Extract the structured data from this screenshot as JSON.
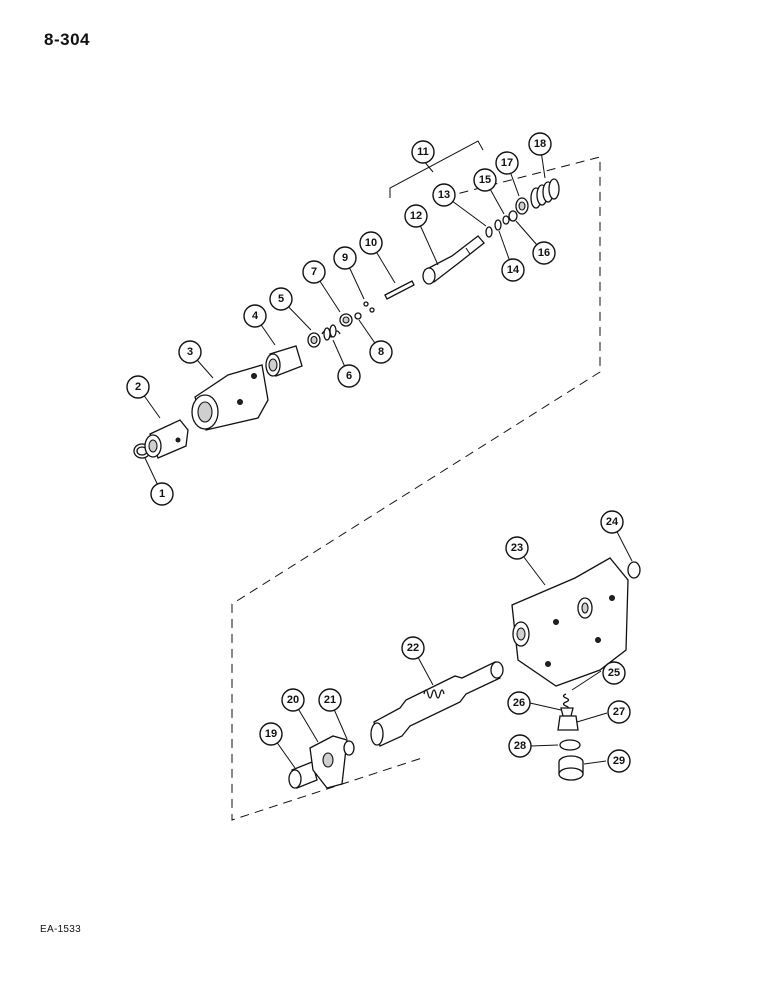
{
  "page": {
    "number": "8-304",
    "figure_code": "EA-1533"
  },
  "callouts": [
    "1",
    "2",
    "3",
    "4",
    "5",
    "6",
    "7",
    "8",
    "9",
    "10",
    "11",
    "12",
    "13",
    "14",
    "15",
    "16",
    "17",
    "18",
    "19",
    "20",
    "21",
    "22",
    "23",
    "24",
    "25",
    "26",
    "27",
    "28",
    "29"
  ]
}
